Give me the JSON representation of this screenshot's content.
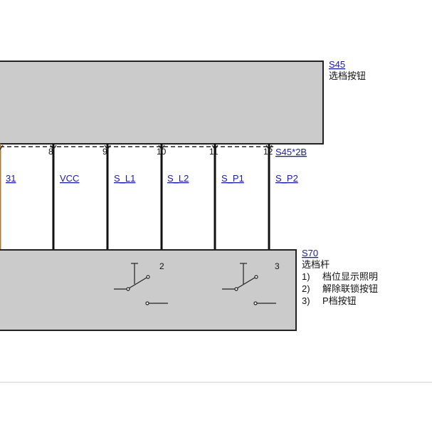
{
  "components": {
    "top": {
      "code": "S45",
      "name": "选档按钮"
    },
    "connector": {
      "code": "S45*2B"
    },
    "bottom": {
      "code": "S70",
      "name": "选档杆",
      "items": [
        {
          "num": "1)",
          "text": "档位显示照明"
        },
        {
          "num": "2)",
          "text": "解除联锁按钮"
        },
        {
          "num": "3)",
          "text": "P档按钮"
        }
      ],
      "switch_labels": [
        "2",
        "3"
      ]
    }
  },
  "pins": [
    {
      "pin": "8",
      "signal": "31"
    },
    {
      "pin": "9",
      "signal": "VCC"
    },
    {
      "pin": "10",
      "signal": "S_L1"
    },
    {
      "pin": "11",
      "signal": "S_L2"
    },
    {
      "pin": "12",
      "signal": "S_P1"
    },
    {
      "pin": "",
      "signal": "S_P2"
    }
  ],
  "colors": {
    "box_fill": "#cbcbcb",
    "box_stroke": "#222222",
    "wire": "#111111",
    "wire_brown": "#b07a3a",
    "link": "#1a1aa8"
  }
}
